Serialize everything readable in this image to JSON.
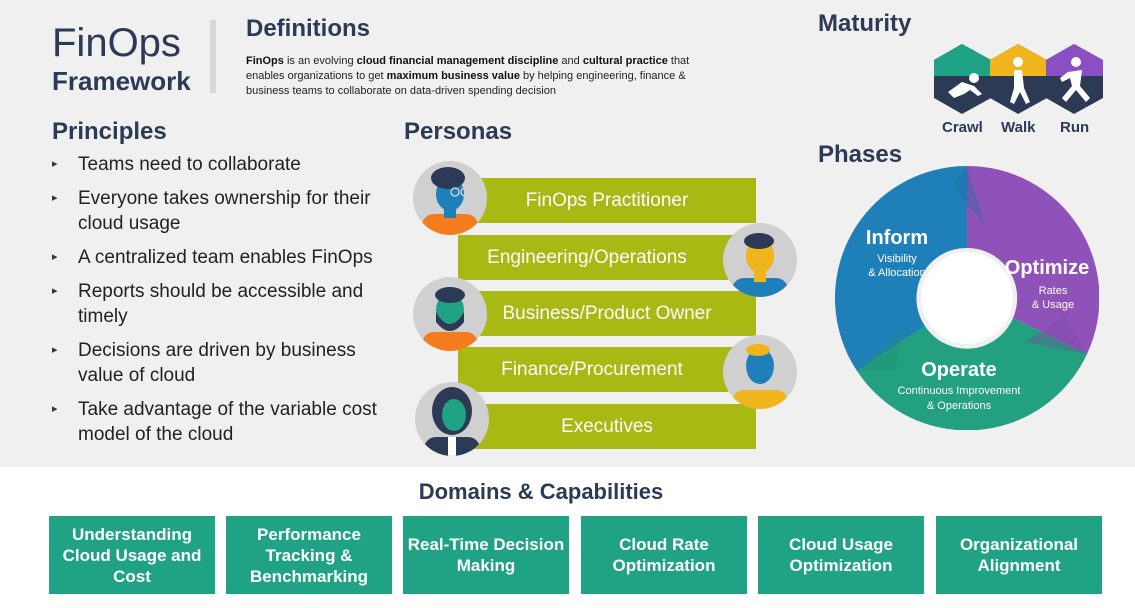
{
  "header": {
    "title_main": "FinOps",
    "title_sub": "Framework"
  },
  "definitions": {
    "heading": "Definitions",
    "parts": [
      {
        "t": "FinOps",
        "b": true
      },
      {
        "t": " is an evolving ",
        "b": false
      },
      {
        "t": "cloud financial management discipline",
        "b": true
      },
      {
        "t": " and ",
        "b": false
      },
      {
        "t": "cultural practice",
        "b": true
      },
      {
        "t": " that enables organizations to get ",
        "b": false
      },
      {
        "t": "maximum business value",
        "b": true
      },
      {
        "t": " by helping engineering, finance & business teams to collaborate on data-driven spending decision",
        "b": false
      }
    ]
  },
  "principles": {
    "heading": "Principles",
    "items": [
      "Teams need to collaborate",
      "Everyone takes ownership for their cloud usage",
      "A centralized team enables FinOps",
      "Reports should be accessible and timely",
      "Decisions are driven by business value of cloud",
      "Take advantage of the variable cost model of the cloud"
    ]
  },
  "personas": {
    "heading": "Personas",
    "items": [
      "FinOps Practitioner",
      "Engineering/Operations",
      "Business/Product Owner",
      "Finance/Procurement",
      "Executives"
    ]
  },
  "maturity": {
    "heading": "Maturity",
    "stages": [
      "Crawl",
      "Walk",
      "Run"
    ],
    "colors": [
      "#1fa384",
      "#f0b41c",
      "#8b4fc4"
    ]
  },
  "phases": {
    "heading": "Phases",
    "inform": {
      "title": "Inform",
      "line1": "Visibility",
      "line2": "& Allocation",
      "color": "#1f7fb8"
    },
    "optimize": {
      "title": "Optimize",
      "line1": "Rates",
      "line2": "& Usage",
      "color": "#8e52b8"
    },
    "operate": {
      "title": "Operate",
      "line1": "Continuous Improvement",
      "line2": "& Operations",
      "color": "#22a07f"
    }
  },
  "domains": {
    "heading": "Domains & Capabilities",
    "items": [
      "Understanding Cloud Usage and Cost",
      "Performance Tracking & Benchmarking",
      "Real-Time Decision Making",
      "Cloud Rate Optimization",
      "Cloud Usage Optimization",
      "Organizational Alignment"
    ]
  }
}
